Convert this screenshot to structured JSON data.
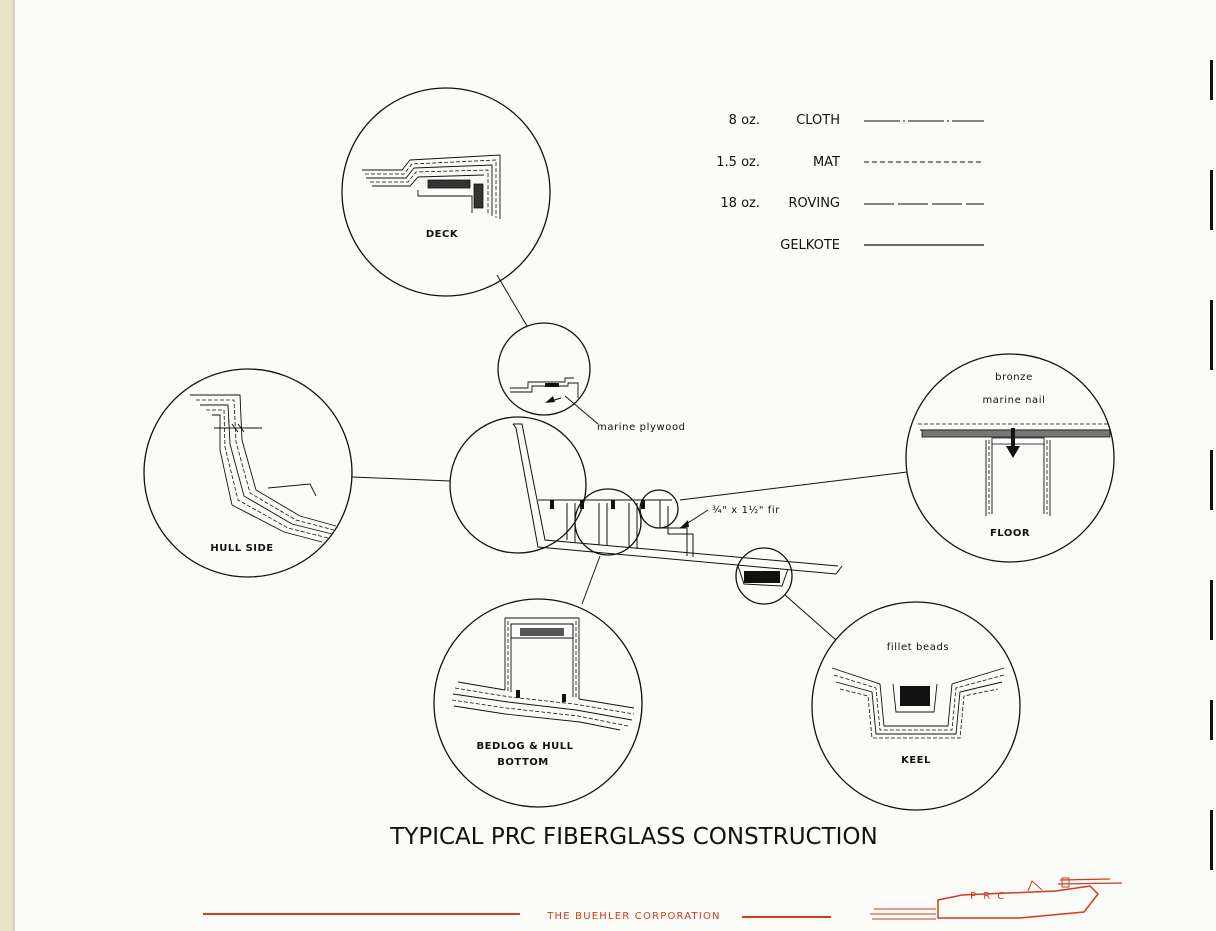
{
  "legend": {
    "rows": [
      {
        "weight": "8 oz.",
        "material": "CLOTH",
        "line_style": "dash-dot"
      },
      {
        "weight": "1.5 oz.",
        "material": "MAT",
        "line_style": "short-dash"
      },
      {
        "weight": "18 oz.",
        "material": "ROVING",
        "line_style": "long-dash"
      },
      {
        "weight": "",
        "material": "GELKOTE",
        "line_style": "solid"
      }
    ]
  },
  "details": {
    "deck": "DECK",
    "hull_side": "HULL SIDE",
    "bedlog": [
      "BEDLOG & HULL",
      "BOTTOM"
    ],
    "keel": "KEEL",
    "floor": "FLOOR",
    "bronze": "bronze",
    "marine_nail": "marine nail",
    "fillet_beads": "fillet beads",
    "marine_plywood": "marine plywood",
    "fir": "¾\" x 1½\" fir"
  },
  "title": "TYPICAL PRC FIBERGLASS CONSTRUCTION",
  "footer": {
    "company": "THE   BUEHLER   CORPORATION",
    "logo_text": "P R C"
  },
  "colors": {
    "ink": "#111111",
    "accent": "#d23a22",
    "paper": "#fbfbf7"
  }
}
